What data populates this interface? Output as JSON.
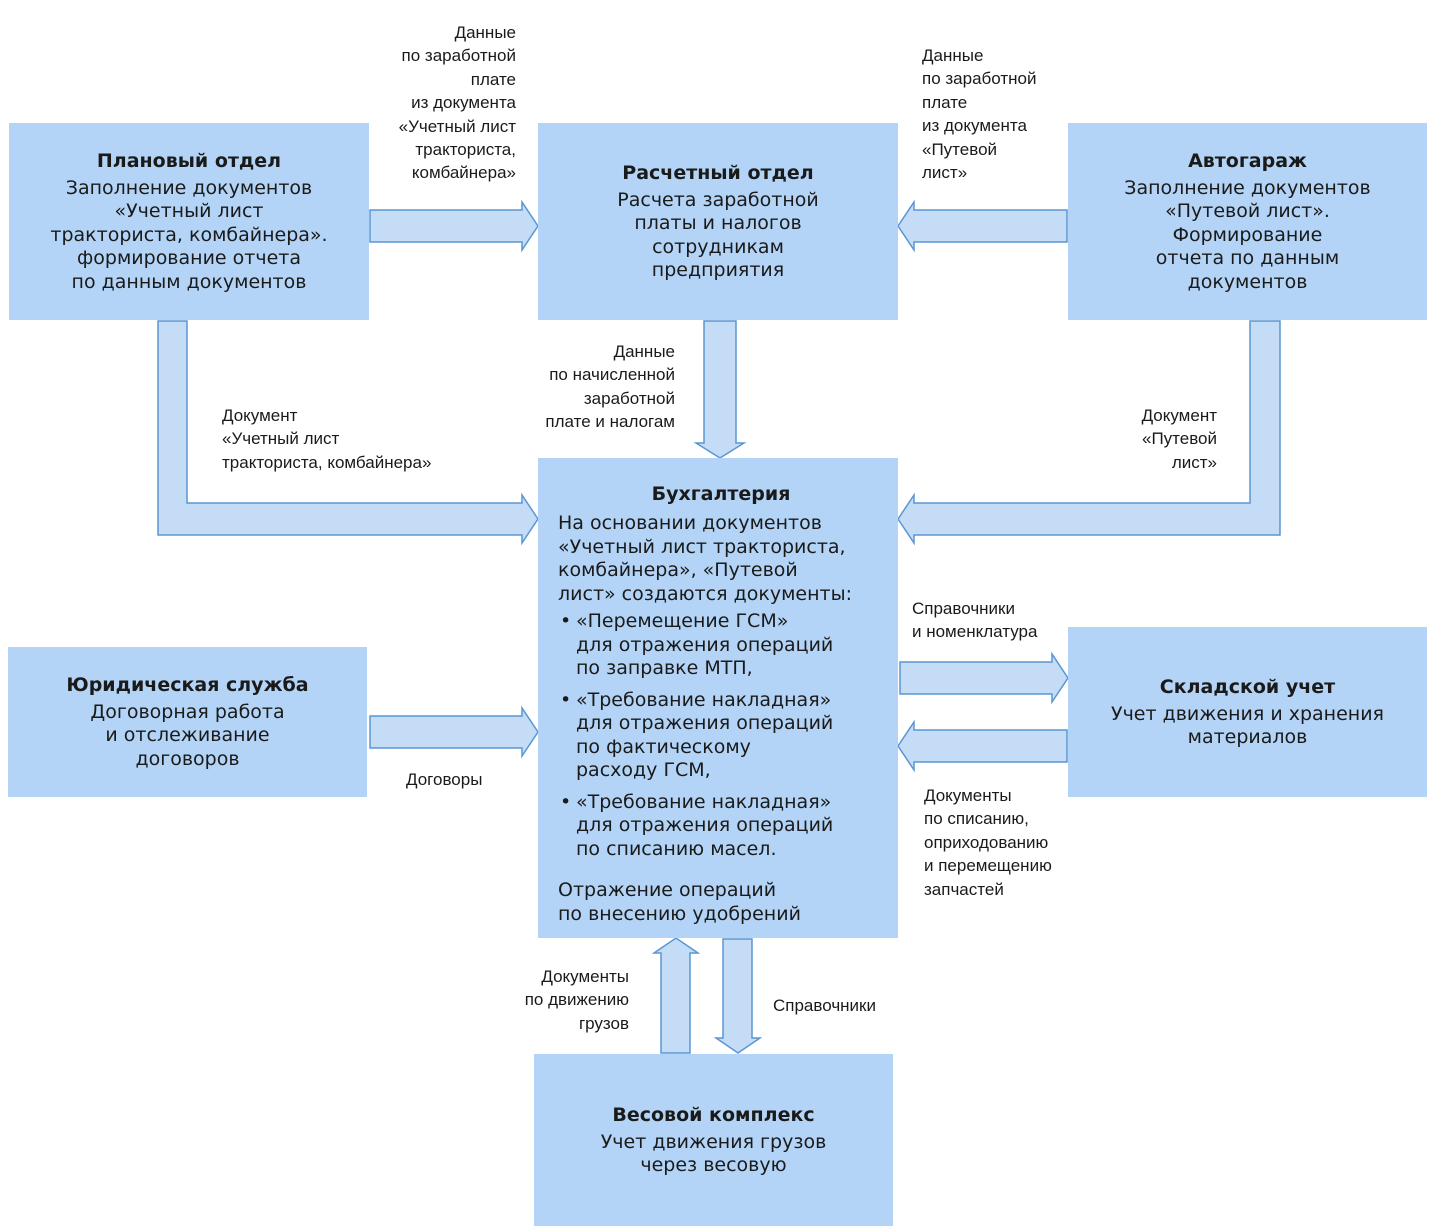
{
  "colors": {
    "box_fill": "#b3d4f6",
    "arrow_fill": "#c4dcf5",
    "arrow_stroke": "#5a96d2"
  },
  "boxes": {
    "planning": {
      "title": "Плановый отдел",
      "lines": [
        "Заполнение документов",
        "«Учетный лист",
        "тракториста, комбайнера».",
        "формирование отчета",
        "по данным документов"
      ]
    },
    "payroll": {
      "title": "Расчетный отдел",
      "lines": [
        "Расчета заработной",
        "платы и налогов",
        "сотрудникам",
        "предприятия"
      ]
    },
    "garage": {
      "title": "Автогараж",
      "lines": [
        "Заполнение документов",
        "«Путевой лист».",
        "Формирование",
        "отчета по данным",
        "документов"
      ]
    },
    "accounting": {
      "title": "Бухгалтерия",
      "intro": [
        "На основании документов",
        "«Учетный лист тракториста,",
        "комбайнера», «Путевой",
        "лист» создаются документы:"
      ],
      "items": [
        [
          "«Перемещение ГСМ»",
          "для  отражения операций",
          "по заправке МТП,"
        ],
        [
          "«Требование накладная»",
          "для отражения операций",
          "по фактическому",
          "расходу ГСМ,"
        ],
        [
          "«Требование накладная»",
          "для отражения операций",
          "по списанию масел."
        ]
      ],
      "outro": [
        "Отражение операций",
        "по внесению удобрений"
      ]
    },
    "legal": {
      "title": "Юридическая служба",
      "lines": [
        "Договорная работа",
        "и отслеживание",
        "договоров"
      ]
    },
    "warehouse": {
      "title": "Складской учет",
      "lines": [
        "Учет движения и хранения",
        "материалов"
      ]
    },
    "weighing": {
      "title": "Весовой комплекс",
      "lines": [
        "Учет  движения грузов",
        "через весовую"
      ]
    }
  },
  "labels": {
    "planning_to_payroll": [
      "Данные",
      "по заработной",
      "плате",
      "из документа",
      "«Учетный лист",
      "тракториста,",
      "комбайнера»"
    ],
    "garage_to_payroll": [
      "Данные",
      "по заработной",
      "плате",
      "из документа",
      "«Путевой",
      "лист»"
    ],
    "payroll_to_accounting": [
      "Данные",
      "по начисленной",
      "заработной",
      "плате и налогам"
    ],
    "planning_to_accounting": [
      "Документ",
      "«Учетный лист",
      "тракториста, комбайнера»"
    ],
    "garage_to_accounting": [
      "Документ",
      "«Путевой",
      "лист»"
    ],
    "accounting_to_warehouse": [
      "Справочники",
      "и номенклатура"
    ],
    "warehouse_to_accounting": [
      "Документы",
      "по списанию,",
      "оприходованию",
      "и перемещению",
      "запчастей"
    ],
    "legal_to_accounting": [
      "Договоры"
    ],
    "weighing_to_accounting": [
      "Документы",
      "по движению",
      "грузов"
    ],
    "accounting_to_weighing": [
      "Справочники"
    ]
  }
}
